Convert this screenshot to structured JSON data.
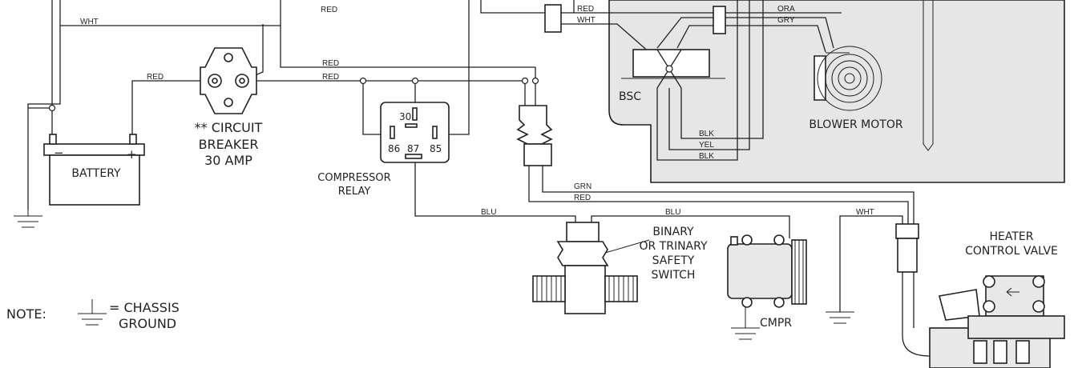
{
  "wires": {
    "wht_top": "WHT",
    "red_cb_left": "RED",
    "red_top": "RED",
    "red_mid": "RED",
    "red_low": "RED",
    "red_bsc": "RED",
    "wht_bsc": "WHT",
    "ora": "ORA",
    "gry": "GRY",
    "blk1": "BLK",
    "yel": "YEL",
    "blk2": "BLK",
    "grn": "GRN",
    "red_sw": "RED",
    "blu1": "BLU",
    "blu2": "BLU",
    "wht_valve": "WHT"
  },
  "components": {
    "battery": "BATTERY",
    "battery_neg": "−",
    "battery_pos": "+",
    "circuit_breaker": [
      "** CIRCUIT",
      "BREAKER",
      "30 AMP"
    ],
    "relay_pins": {
      "p30": "30",
      "p86": "86",
      "p87": "87",
      "p85": "85"
    },
    "compressor_relay": [
      "COMPRESSOR",
      "RELAY"
    ],
    "bsc": "BSC",
    "blower_motor": "BLOWER MOTOR",
    "safety_switch": [
      "BINARY",
      "OR TRINARY",
      "SAFETY",
      "SWITCH"
    ],
    "cmpr": "CMPR",
    "heater_valve": [
      "HEATER",
      "CONTROL VALVE"
    ]
  },
  "note": {
    "prefix": "NOTE:",
    "line1": "= CHASSIS",
    "line2": "GROUND"
  }
}
